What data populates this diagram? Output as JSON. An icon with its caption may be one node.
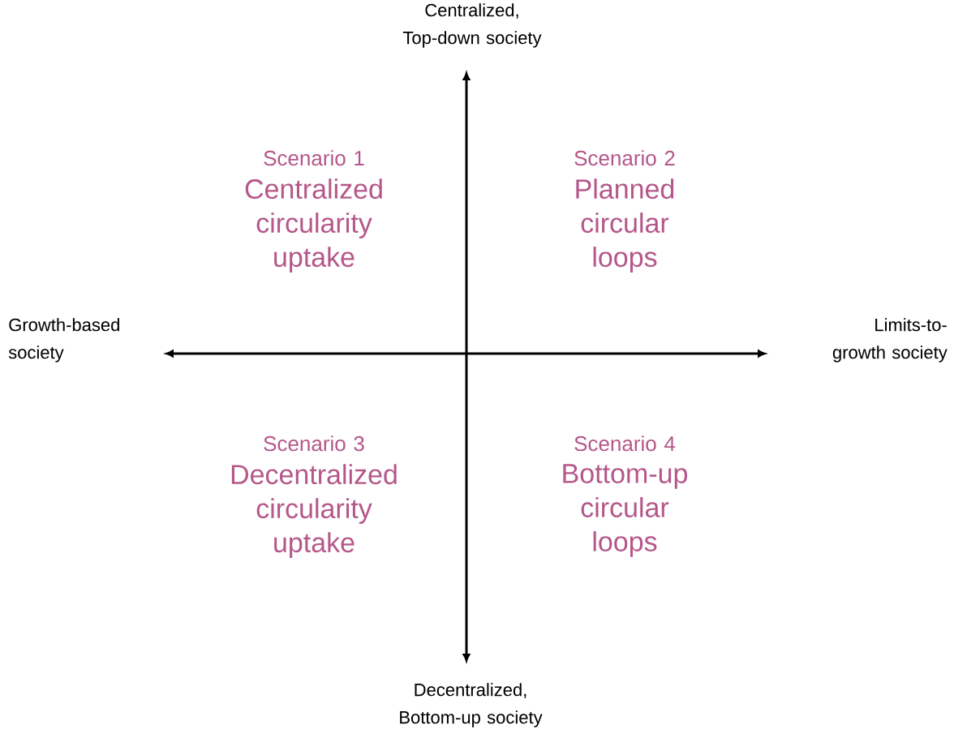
{
  "diagram": {
    "labels": [
      "Centralized, Top-down society",
      "Scenario 1",
      "Centralized circularity uptake",
      "Scenario 2",
      "Planned circular loops",
      "Growth-based society",
      "Limits-to-growth society",
      "Scenario 3",
      "Decentralized circularity uptake",
      "Scenario 4",
      "Bottom-up circular loops",
      "Decentralized, Bottom-up society"
    ]
  }
}
